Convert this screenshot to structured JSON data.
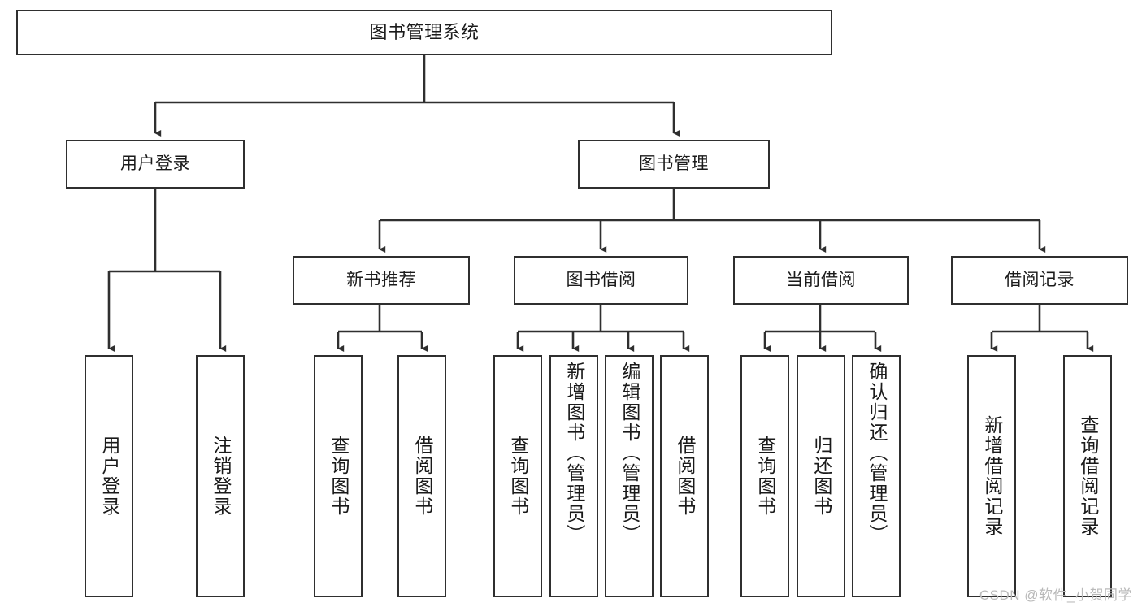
{
  "diagram": {
    "title": "图书管理系统",
    "type": "tree-hierarchy",
    "stroke_color": "#2f2f2f",
    "fill_color": "#ffffff",
    "text_color": "#1a1a1a"
  },
  "root": {
    "label": "图书管理系统"
  },
  "level2": [
    {
      "label": "用户登录"
    },
    {
      "label": "图书管理"
    }
  ],
  "level3": [
    {
      "label": "新书推荐"
    },
    {
      "label": "图书借阅"
    },
    {
      "label": "当前借阅"
    },
    {
      "label": "借阅记录"
    }
  ],
  "leaves": {
    "user_login": [
      {
        "label": "用户登录"
      },
      {
        "label": "注销登录"
      }
    ],
    "new_book": [
      {
        "label": "查询图书"
      },
      {
        "label": "借阅图书"
      }
    ],
    "book_borrow": [
      {
        "label": "查询图书"
      },
      {
        "label": "新增图书（管理员）"
      },
      {
        "label": "编辑图书（管理员）"
      },
      {
        "label": "借阅图书"
      }
    ],
    "current_borrow": [
      {
        "label": "查询图书"
      },
      {
        "label": "归还图书"
      },
      {
        "label": "确认归还（管理员）"
      }
    ],
    "borrow_record": [
      {
        "label": "新增借阅记录"
      },
      {
        "label": "查询借阅记录"
      }
    ]
  },
  "watermark": {
    "text": "CSDN @软件_小贺同学"
  }
}
